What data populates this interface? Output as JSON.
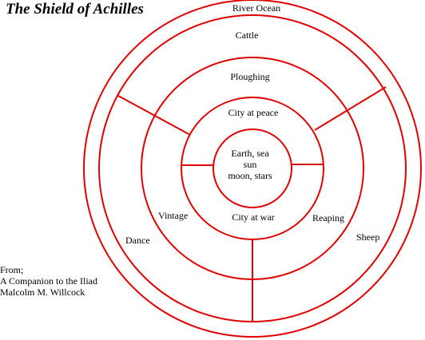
{
  "title": "The Shield of Achilles",
  "diagram": {
    "line_color": "#e00000",
    "rings": {
      "outer": "River Ocean",
      "ring2": "Cattle",
      "ring3": "Ploughing",
      "ring4_top": "City at peace",
      "ring4_bottom": "City at war",
      "center": [
        "Earth, sea",
        "sun",
        "moon, stars"
      ]
    },
    "sectors": {
      "vintage": "Vintage",
      "reaping": "Reaping",
      "dance": "Dance",
      "sheep": "Sheep"
    }
  },
  "source": [
    "From;",
    "A Companion to the Iliad",
    "Malcolm M. Willcock"
  ]
}
